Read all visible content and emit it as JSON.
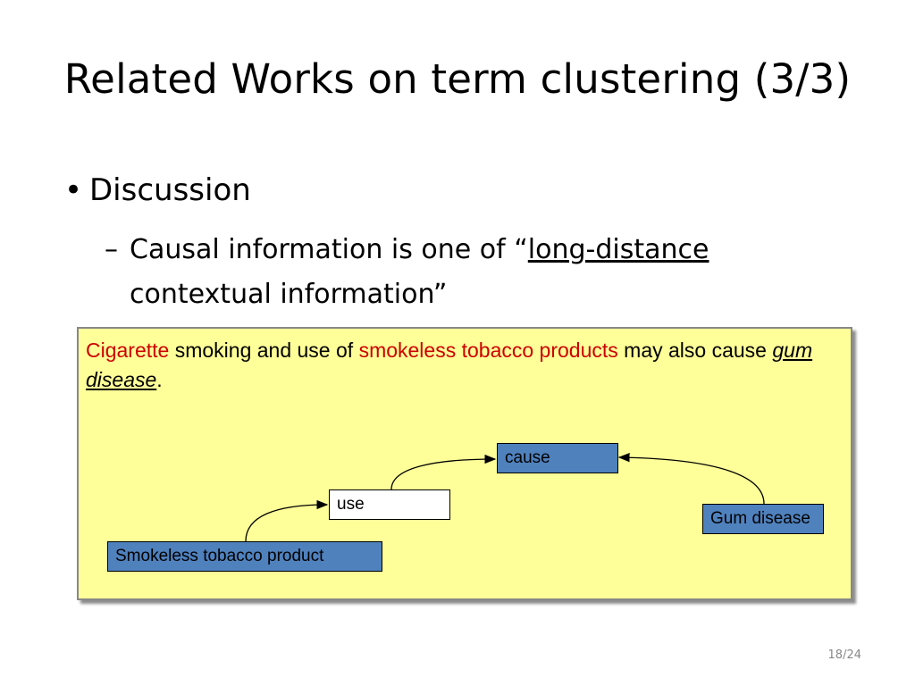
{
  "title": "Related Works on term clustering (3/3)",
  "bullet": {
    "marker": "•",
    "text": "Discussion"
  },
  "sub_bullet": {
    "marker": "–",
    "before": "Causal information is one of “",
    "underlined": "long-distance",
    "after": " contextual information”"
  },
  "example": {
    "w1": "Cigarette",
    "w2": " smoking and use of ",
    "w3": "smokeless tobacco products",
    "w4": " may also cause ",
    "w5": "gum disease",
    "w6": "."
  },
  "diagram": {
    "cause": "cause",
    "use": "use",
    "gum": "Gum disease",
    "smokeless": "Smokeless tobacco product"
  },
  "colors": {
    "highlight_box": "#ffff99",
    "node_blue": "#4f81bd",
    "red_text": "#cc0000"
  },
  "page_number": "18/24"
}
